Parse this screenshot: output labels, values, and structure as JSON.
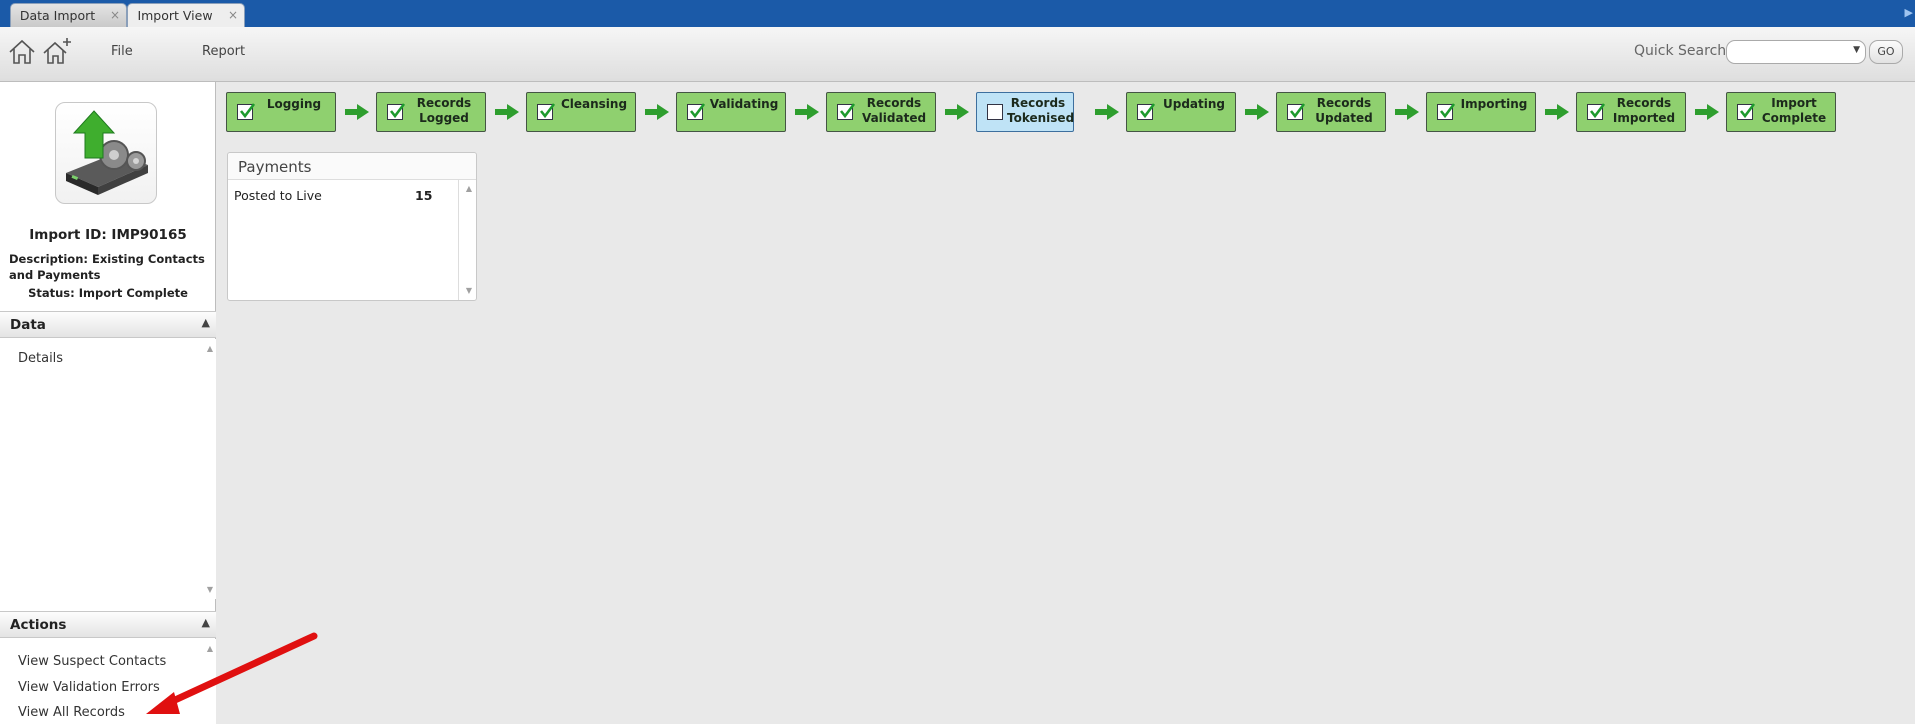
{
  "tabs": [
    {
      "label": "Data Import",
      "close": "×"
    },
    {
      "label": "Import View",
      "close": "×"
    }
  ],
  "toolbar": {
    "menu_file": "File",
    "menu_report": "Report",
    "quick_search_label": "Quick Search",
    "quick_search_value": "",
    "go_label": "GO"
  },
  "import": {
    "id_line": "Import ID: IMP90165",
    "description_line": "Description: Existing Contacts and Payments",
    "status_line": "Status: Import Complete",
    "image_icon": "data-import-drive-icon"
  },
  "data_section": {
    "title": "Data",
    "items": [
      "Details"
    ]
  },
  "actions_section": {
    "title": "Actions",
    "items": [
      "View Suspect Contacts",
      "View Validation Errors",
      "View All Records"
    ]
  },
  "workflow": {
    "steps": [
      {
        "label": "Logging",
        "state": "done"
      },
      {
        "label": "Records Logged",
        "state": "done"
      },
      {
        "label": "Cleansing",
        "state": "done"
      },
      {
        "label": "Validating",
        "state": "done"
      },
      {
        "label": "Records Validated",
        "state": "done"
      },
      {
        "label": "Records Tokenised",
        "state": "current"
      },
      {
        "label": "Updating",
        "state": "done"
      },
      {
        "label": "Records Updated",
        "state": "done"
      },
      {
        "label": "Importing",
        "state": "done"
      },
      {
        "label": "Records Imported",
        "state": "done"
      },
      {
        "label": "Import Complete",
        "state": "done"
      }
    ]
  },
  "payments": {
    "title": "Payments",
    "rows": [
      {
        "label": "Posted to Live",
        "value": "15"
      }
    ]
  },
  "colors": {
    "tabbar": "#1b5aa8",
    "step_done": "#8fd06f",
    "step_current": "#bfe3f6",
    "arrow_green": "#2e9e2e",
    "annotation_arrow": "#e01010"
  }
}
